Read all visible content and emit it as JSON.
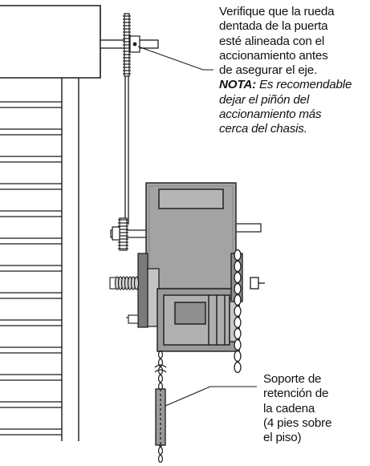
{
  "callout_top": {
    "instruction_lines": [
      "Verifique que la rueda",
      "dentada de la puerta",
      "esté alineada con el",
      "accionamiento antes",
      "de asegurar el eje."
    ],
    "note_label": "NOTA:",
    "note_first_line": "Es recomendable",
    "note_lines": [
      "dejar el piñón del",
      "accionamiento más",
      "cerca del chasis."
    ]
  },
  "callout_bottom": {
    "lines": [
      "Soporte de",
      "retención de",
      "la cadena",
      "(4 pies sobre",
      "el piso)"
    ]
  },
  "colors": {
    "line": "#1a1a1a",
    "motor_body": "#a3a3a3",
    "motor_dark": "#6f6f6f",
    "motor_light": "#c4c4c4",
    "background": "#ffffff"
  }
}
